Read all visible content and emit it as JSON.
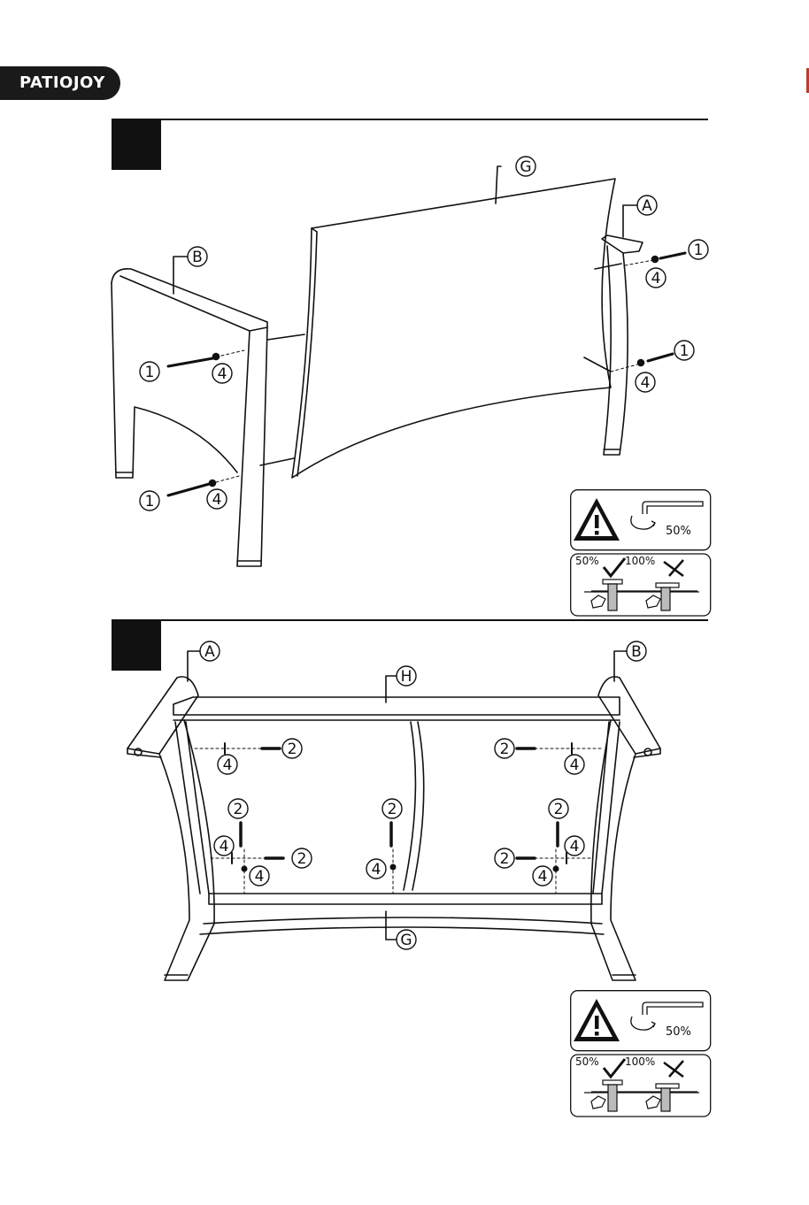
{
  "brand": {
    "logo_text": "PATIOJOY"
  },
  "steps": [
    {
      "number": "",
      "labels": {
        "G": "G",
        "A": "A",
        "B": "B"
      },
      "hardware": {
        "bolt": "1",
        "washer": "4"
      }
    },
    {
      "number": "",
      "labels": {
        "A": "A",
        "B": "B",
        "H": "H",
        "G": "G"
      },
      "hardware": {
        "bolt": "2",
        "washer": "4"
      }
    }
  ],
  "warning": {
    "turn_pct": "50%",
    "ok_pct": "50%",
    "bad_pct": "100%"
  },
  "colors": {
    "ink": "#111111",
    "brand_bg": "#1a1a1a",
    "edge_accent": "#c0392b"
  }
}
